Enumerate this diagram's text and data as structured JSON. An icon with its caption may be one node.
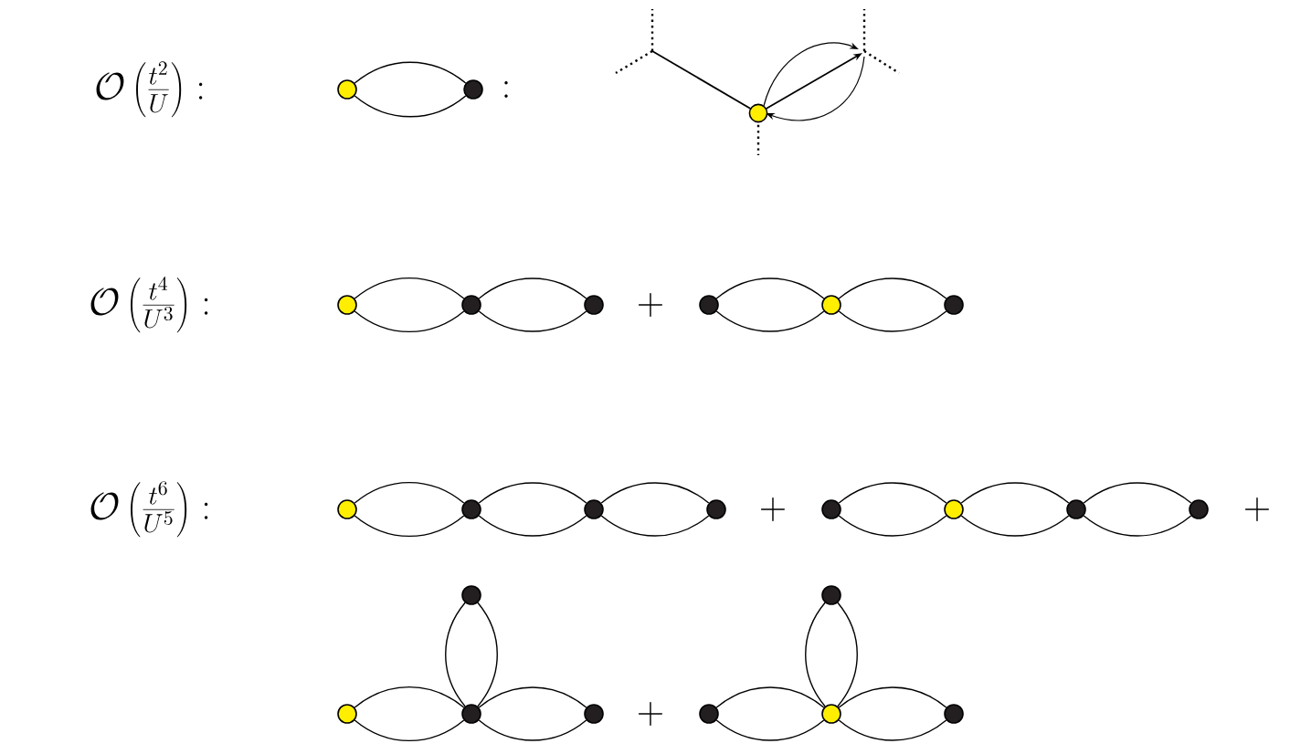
{
  "diagram": {
    "nodes": [
      {
        "text": [],
        "shape": "circle"
      },
      {
        "text": [],
        "shape": "circle"
      },
      {
        "text": [],
        "shape": "circle"
      },
      {
        "text": [],
        "shape": "circle"
      },
      {
        "text": [],
        "shape": "circle"
      },
      {
        "text": [],
        "shape": "circle"
      },
      {
        "text": [],
        "shape": "circle"
      },
      {
        "text": [],
        "shape": "circle"
      },
      {
        "text": [],
        "shape": "circle"
      },
      {
        "text": [],
        "shape": "circle"
      },
      {
        "text": [],
        "shape": "circle"
      },
      {
        "text": [],
        "shape": "circle"
      },
      {
        "text": [],
        "shape": "circle"
      },
      {
        "text": [],
        "shape": "circle"
      },
      {
        "text": [],
        "shape": "circle"
      },
      {
        "text": [],
        "shape": "circle"
      },
      {
        "text": [],
        "shape": "circle"
      },
      {
        "text": [],
        "shape": "circle"
      },
      {
        "text": [],
        "shape": "circle"
      },
      {
        "text": [],
        "shape": "circle"
      },
      {
        "text": [],
        "shape": "circle"
      },
      {
        "text": [],
        "shape": "circle"
      },
      {
        "text": [],
        "shape": "circle"
      },
      {
        "text": [],
        "shape": "circle"
      }
    ],
    "edges": [
      {
        "from": 0,
        "to": 1,
        "arrow": "none"
      },
      {
        "from": 0,
        "to": 1,
        "arrow": "none"
      },
      {
        "from": 2,
        "to": 3,
        "arrow": "none"
      },
      {
        "from": 2,
        "to": 3,
        "arrow": "none"
      },
      {
        "from": 3,
        "to": 4,
        "arrow": "none"
      },
      {
        "from": 3,
        "to": 4,
        "arrow": "none"
      },
      {
        "from": 5,
        "to": 6,
        "arrow": "none"
      },
      {
        "from": 5,
        "to": 6,
        "arrow": "none"
      },
      {
        "from": 6,
        "to": 7,
        "arrow": "none"
      },
      {
        "from": 6,
        "to": 7,
        "arrow": "none"
      },
      {
        "from": 8,
        "to": 9,
        "arrow": "none"
      },
      {
        "from": 8,
        "to": 9,
        "arrow": "none"
      },
      {
        "from": 9,
        "to": 10,
        "arrow": "none"
      },
      {
        "from": 9,
        "to": 10,
        "arrow": "none"
      },
      {
        "from": 10,
        "to": 11,
        "arrow": "none"
      },
      {
        "from": 10,
        "to": 11,
        "arrow": "none"
      },
      {
        "from": 12,
        "to": 13,
        "arrow": "none"
      },
      {
        "from": 12,
        "to": 13,
        "arrow": "none"
      },
      {
        "from": 13,
        "to": 14,
        "arrow": "none"
      },
      {
        "from": 13,
        "to": 14,
        "arrow": "none"
      },
      {
        "from": 14,
        "to": 15,
        "arrow": "none"
      },
      {
        "from": 14,
        "to": 15,
        "arrow": "none"
      },
      {
        "from": 17,
        "to": 18,
        "arrow": "none"
      },
      {
        "from": 17,
        "to": 18,
        "arrow": "none"
      },
      {
        "from": 18,
        "to": 19,
        "arrow": "none"
      },
      {
        "from": 18,
        "to": 19,
        "arrow": "none"
      },
      {
        "from": 16,
        "to": 18,
        "arrow": "none"
      },
      {
        "from": 16,
        "to": 18,
        "arrow": "none"
      },
      {
        "from": 21,
        "to": 22,
        "arrow": "none"
      },
      {
        "from": 21,
        "to": 22,
        "arrow": "none"
      },
      {
        "from": 22,
        "to": 23,
        "arrow": "none"
      },
      {
        "from": 22,
        "to": 23,
        "arrow": "none"
      },
      {
        "from": 20,
        "to": 22,
        "arrow": "none"
      },
      {
        "from": 20,
        "to": 22,
        "arrow": "none"
      }
    ],
    "labels": [
      "\\mathcal{O}\\left(\\frac{t^2}{U}\\right):",
      ":",
      "\\mathcal{O}\\left(\\frac{t^4}{U^3}\\right):",
      "+",
      "\\mathcal{O}\\left(\\frac{t^6}{U^5}\\right):",
      "+",
      "+",
      "+"
    ]
  }
}
